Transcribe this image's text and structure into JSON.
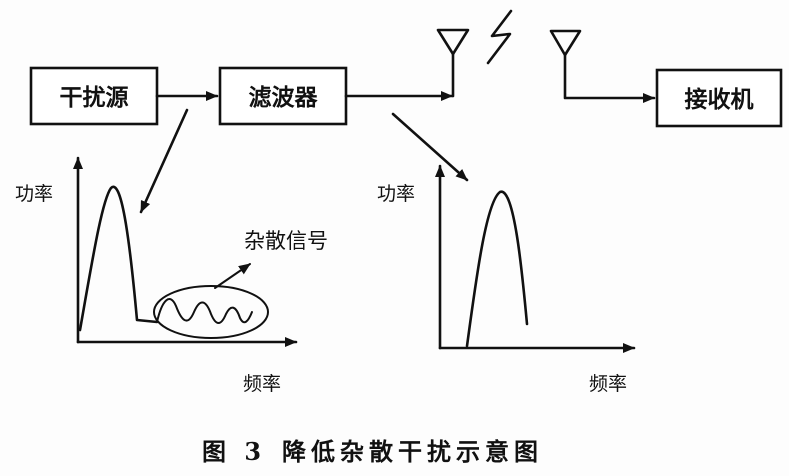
{
  "blocks": {
    "source": "干扰源",
    "filter": "滤波器",
    "receiver": "接收机"
  },
  "left_plot": {
    "ylabel": "功率",
    "xlabel": "频率",
    "annotation": "杂散信号"
  },
  "right_plot": {
    "ylabel": "功率",
    "xlabel": "频率"
  },
  "caption": {
    "number": "图 3",
    "title": "降低杂散干扰示意图"
  }
}
